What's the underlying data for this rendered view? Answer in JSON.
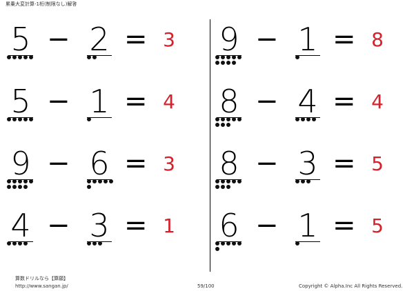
{
  "header": {
    "title": "累乗大変計算-1桁(制限なし)解答"
  },
  "problems": [
    {
      "a": "5",
      "b": "2",
      "op": "−",
      "eq": "=",
      "ans": "3",
      "a_dots": 5,
      "b_dots": 2
    },
    {
      "a": "5",
      "b": "1",
      "op": "−",
      "eq": "=",
      "ans": "4",
      "a_dots": 5,
      "b_dots": 1
    },
    {
      "a": "9",
      "b": "6",
      "op": "−",
      "eq": "=",
      "ans": "3",
      "a_dots": 9,
      "b_dots": 6
    },
    {
      "a": "4",
      "b": "3",
      "op": "−",
      "eq": "=",
      "ans": "1",
      "a_dots": 4,
      "b_dots": 3
    },
    {
      "a": "9",
      "b": "1",
      "op": "−",
      "eq": "=",
      "ans": "8",
      "a_dots": 9,
      "b_dots": 1
    },
    {
      "a": "8",
      "b": "4",
      "op": "−",
      "eq": "=",
      "ans": "4",
      "a_dots": 8,
      "b_dots": 4
    },
    {
      "a": "8",
      "b": "3",
      "op": "−",
      "eq": "=",
      "ans": "5",
      "a_dots": 8,
      "b_dots": 3
    },
    {
      "a": "6",
      "b": "1",
      "op": "−",
      "eq": "=",
      "ans": "5",
      "a_dots": 6,
      "b_dots": 1
    }
  ],
  "footer": {
    "brand": "算数ドリルなら【算願】",
    "url": "http://www.sangan.jp/",
    "page": "59/100",
    "copyright": "Copyright © Alpha.Inc All Rights Reserved."
  },
  "colors": {
    "answer": "#d6202b",
    "ink": "#000000"
  }
}
